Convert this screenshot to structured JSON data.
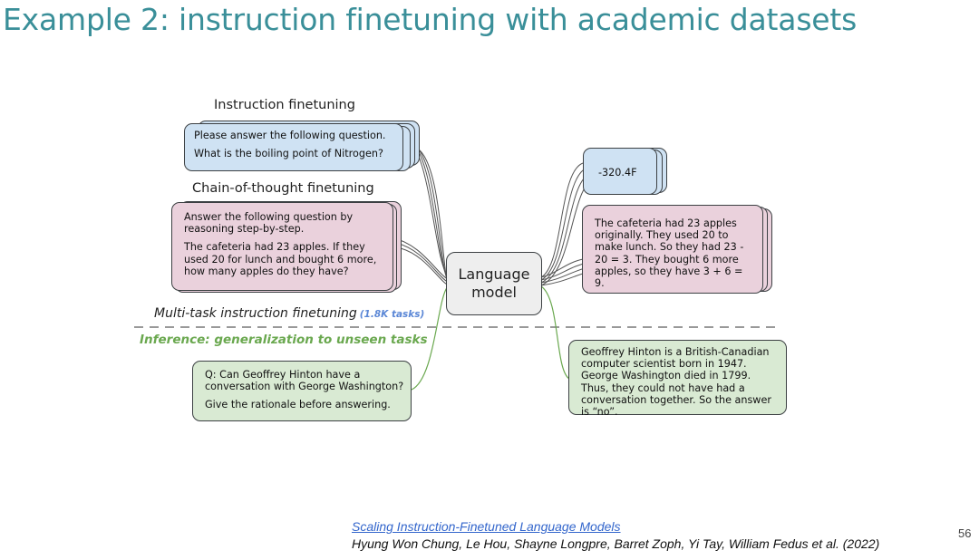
{
  "slide": {
    "title": "Example 2: instruction finetuning with academic datasets",
    "page_number": "56"
  },
  "sections": {
    "instruction": "Instruction finetuning",
    "cot": "Chain-of-thought finetuning",
    "multitask": "Multi-task instruction finetuning",
    "multitask_count": "(1.8K tasks)",
    "inference": "Inference: generalization to unseen tasks"
  },
  "cards": {
    "instruction_input": [
      "Please answer the following question.",
      "What is the boiling point of Nitrogen?"
    ],
    "instruction_output": "-320.4F",
    "cot_input": [
      "Answer the following question by reasoning step-by-step.",
      "The cafeteria had 23 apples. If they used 20 for lunch and bought 6 more, how many apples do they have?"
    ],
    "cot_output": "The cafeteria had 23 apples originally. They used 20 to make lunch. So they had 23 - 20 = 3. They bought 6 more apples, so they have 3 + 6 = 9.",
    "inference_input": [
      "Q: Can Geoffrey Hinton have a conversation with George Washington?",
      "Give the rationale before answering."
    ],
    "inference_output": "Geoffrey Hinton is a British-Canadian computer scientist born in 1947. George Washington died in 1799. Thus, they could not have had a conversation together. So the answer is “no”."
  },
  "model": {
    "label": "Language model"
  },
  "citation": {
    "title": "Scaling Instruction-Finetuned Language Models",
    "authors": "Hyung Won Chung, Le Hou, Shayne Longpre, Barret Zoph, Yi Tay, William Fedus et al. (2022)"
  },
  "colors": {
    "title": "#3a8f99",
    "blue_card": "#cfe2f3",
    "pink_card": "#ead1dc",
    "green_card": "#d9ead3",
    "inference_text": "#6aa84f",
    "link": "#3366cc"
  }
}
